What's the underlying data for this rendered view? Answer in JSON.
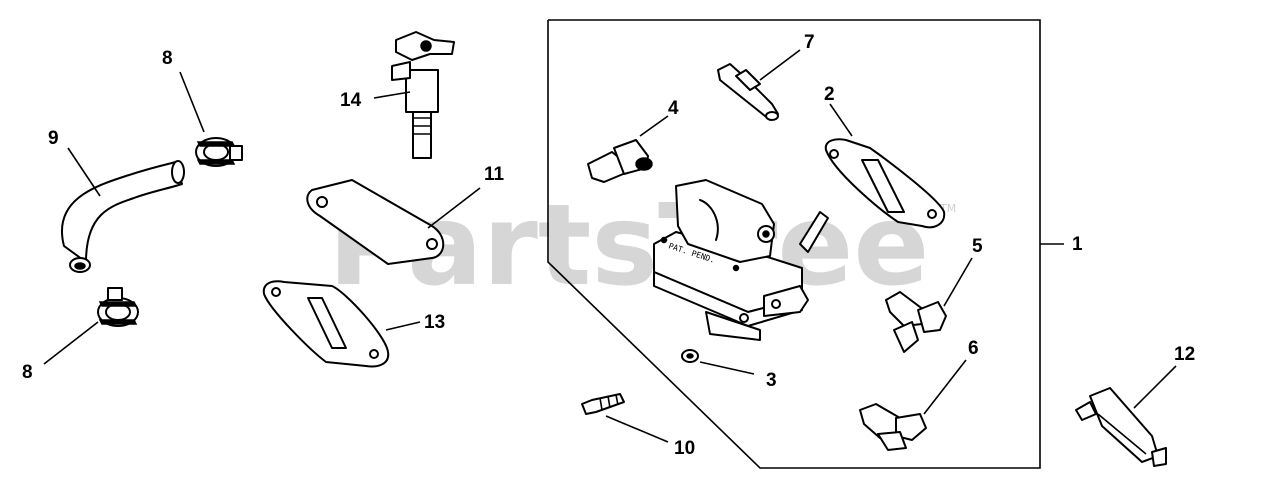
{
  "watermark": {
    "text": "PartsTree",
    "trademark": "TM"
  },
  "pump_marking": "PAT. PEND.",
  "callouts": {
    "c1": "1",
    "c2": "2",
    "c3": "3",
    "c4": "4",
    "c5": "5",
    "c6": "6",
    "c7": "7",
    "c8a": "8",
    "c8b": "8",
    "c9": "9",
    "c10": "10",
    "c11": "11",
    "c12": "12",
    "c13": "13",
    "c14": "14"
  }
}
